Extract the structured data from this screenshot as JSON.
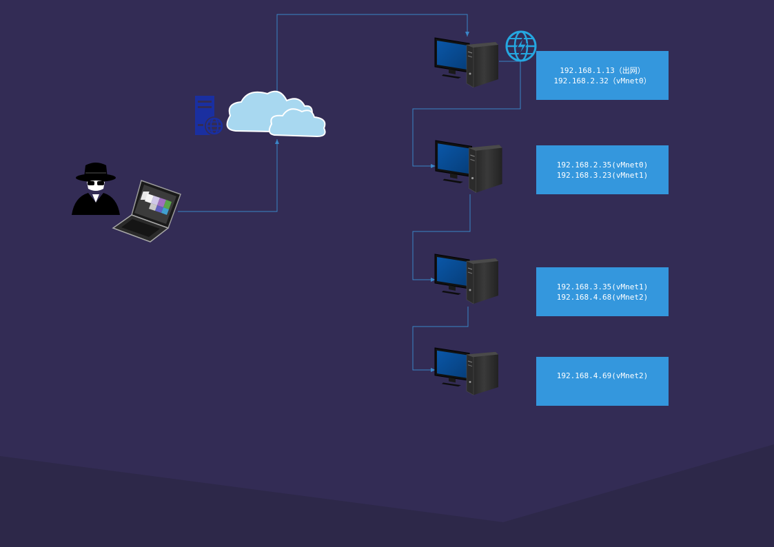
{
  "colors": {
    "background": "#332c55",
    "ground_shade": "#2d2849",
    "connector": "#3a86c8",
    "label_box": "#3497dd",
    "label_text": "#ffffff",
    "server_icon": "#1a2fa0",
    "globe_icon": "#25a7e0",
    "cloud": "#a8d8f0"
  },
  "nodes": {
    "attacker": {
      "icon": "hacker-icon"
    },
    "laptop": {
      "icon": "laptop-icon"
    },
    "web_server": {
      "icon": "web-server-icon"
    },
    "internet": {
      "icon": "cloud-icon"
    },
    "gateway_globe": {
      "icon": "globe-lightning-icon"
    }
  },
  "hosts": [
    {
      "icon": "desktop-computer-icon",
      "ips": [
        "192.168.1.13（出网）",
        "192.168.2.32（vMnet0）"
      ]
    },
    {
      "icon": "desktop-computer-icon",
      "ips": [
        "192.168.2.35(vMnet0)",
        "192.168.3.23(vMnet1)"
      ]
    },
    {
      "icon": "desktop-computer-icon",
      "ips": [
        "192.168.3.35(vMnet1)",
        "192.168.4.68(vMnet2)"
      ]
    },
    {
      "icon": "desktop-computer-icon",
      "ips": [
        "192.168.4.69(vMnet2)"
      ]
    }
  ]
}
